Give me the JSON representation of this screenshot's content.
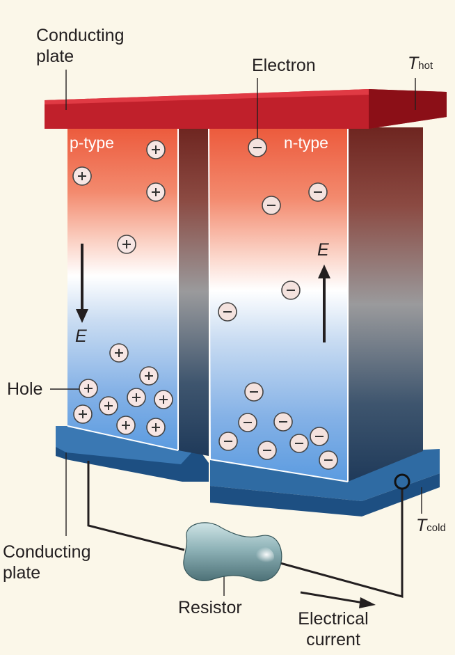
{
  "labels": {
    "conducting_plate_top": "Conducting plate",
    "electron": "Electron",
    "t_hot_symbol": "T",
    "t_hot_subscript": "hot",
    "p_type": "p-type",
    "n_type": "n-type",
    "hole": "Hole",
    "field_e_left": "E",
    "field_e_right": "E",
    "t_cold_symbol": "T",
    "t_cold_subscript": "cold",
    "conducting_plate_bottom": "Conducting plate",
    "resistor": "Resistor",
    "electrical_current": "Electrical current"
  },
  "carriers": {
    "hole_symbol": "+",
    "electron_symbol": "−"
  },
  "colors": {
    "background": "#fbf7e9",
    "hot_plate": "#c0202b",
    "cold_plate": "#2f6ba3",
    "hot_gradient": "#ec5a3c",
    "cold_gradient": "#5b9be0",
    "text": "#231f20"
  }
}
